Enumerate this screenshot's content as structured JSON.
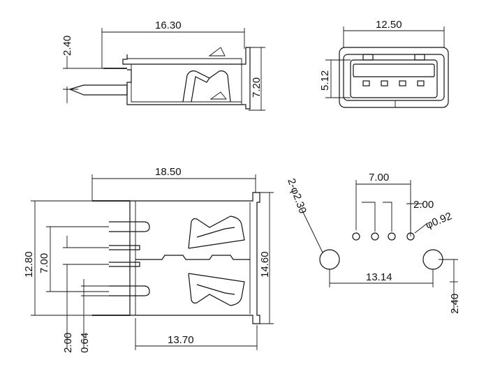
{
  "side_view": {
    "dim_length": "16.30",
    "dim_pin_offset": "2.40",
    "dim_height": "7.20"
  },
  "front_view": {
    "dim_width": "12.50",
    "dim_height": "5.12"
  },
  "top_view": {
    "dim_length": "18.50",
    "dim_outer_width": "12.80",
    "dim_pin_span": "7.00",
    "dim_body_width": "14.60",
    "dim_pin_pitch": "2.00",
    "dim_pin_offset": "0.64",
    "dim_body_length": "13.70"
  },
  "footprint": {
    "dim_pin_span": "7.00",
    "dim_pin_pitch": "2.00",
    "dim_pin_hole": "φ0.92",
    "dim_mount_hole": "2-φ2.30",
    "dim_mount_span": "13.14",
    "dim_mount_offset": "2.40"
  }
}
